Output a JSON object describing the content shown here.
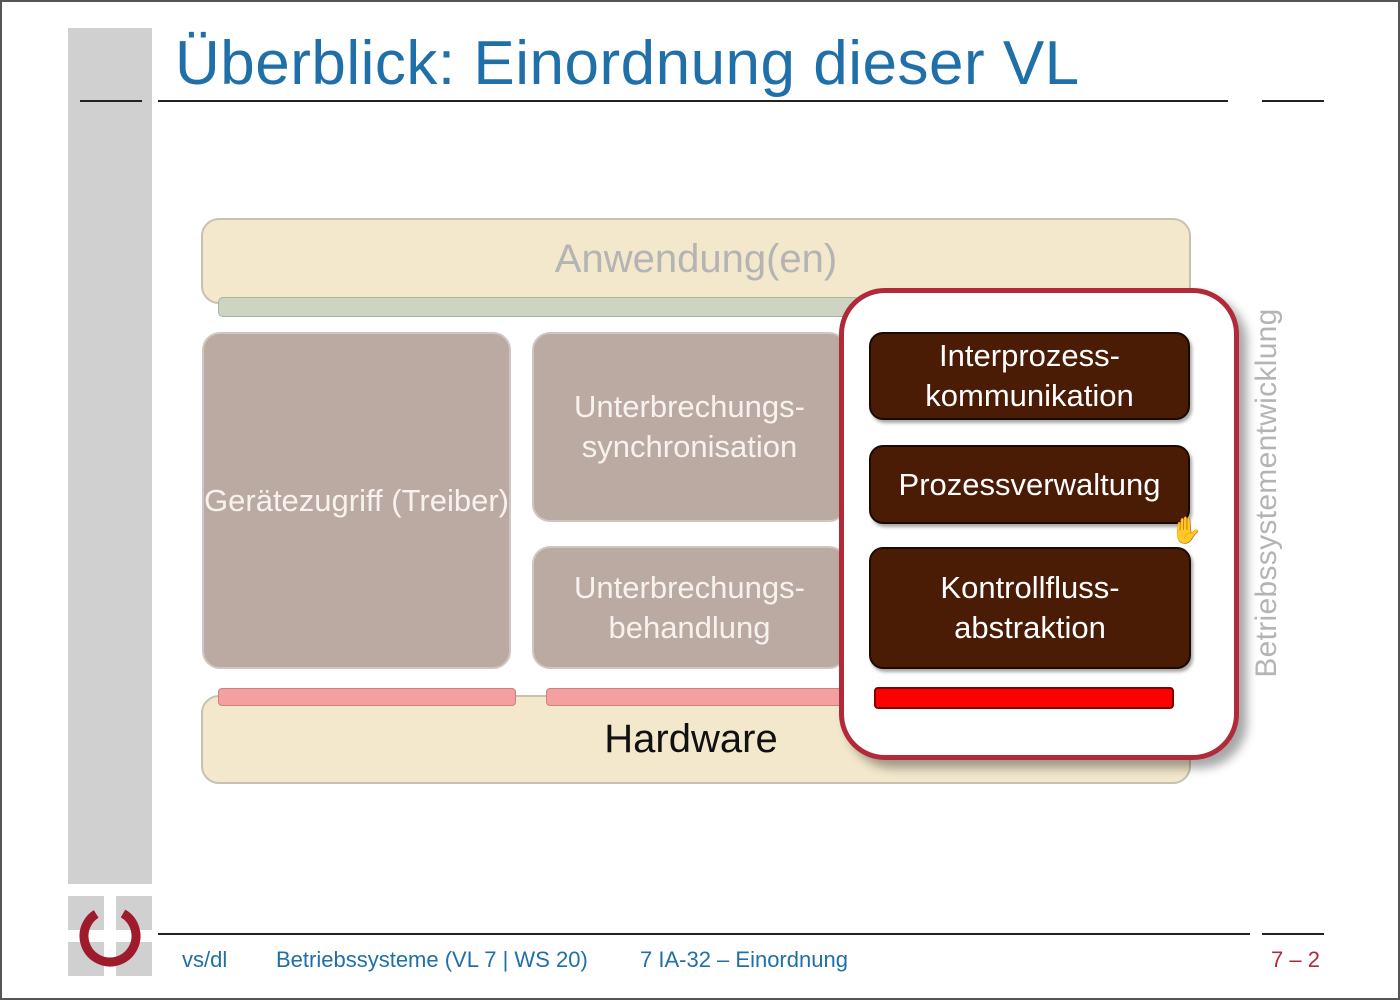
{
  "slide": {
    "title": "Überblick: Einordnung dieser VL",
    "layers": {
      "applications": "Anwendung(en)",
      "device_access": "Gerätezugriff (Treiber)",
      "interrupt_sync": "Unterbrechungs- synchronisation",
      "interrupt_handling": "Unterbrechungs- behandlung",
      "ipc": "Interprozess- kommunikation",
      "process_management": "Prozessverwaltung",
      "control_flow": "Kontrollfluss- abstraktion",
      "hardware": "Hardware"
    },
    "side_label": "Betriebssystementwicklung"
  },
  "footer": {
    "author": "vs/dl",
    "course": "Betriebssysteme (VL 7 | WS 20)",
    "section": "7 IA-32 – Einordnung",
    "page": "7 – 2"
  },
  "colors": {
    "title": "#1f6fa8",
    "highlight_border": "#b02a3a",
    "highlighted_block": "#4a1b05",
    "dimmed_block": "#bbaaa2",
    "layer_base": "#f3e8cc"
  }
}
